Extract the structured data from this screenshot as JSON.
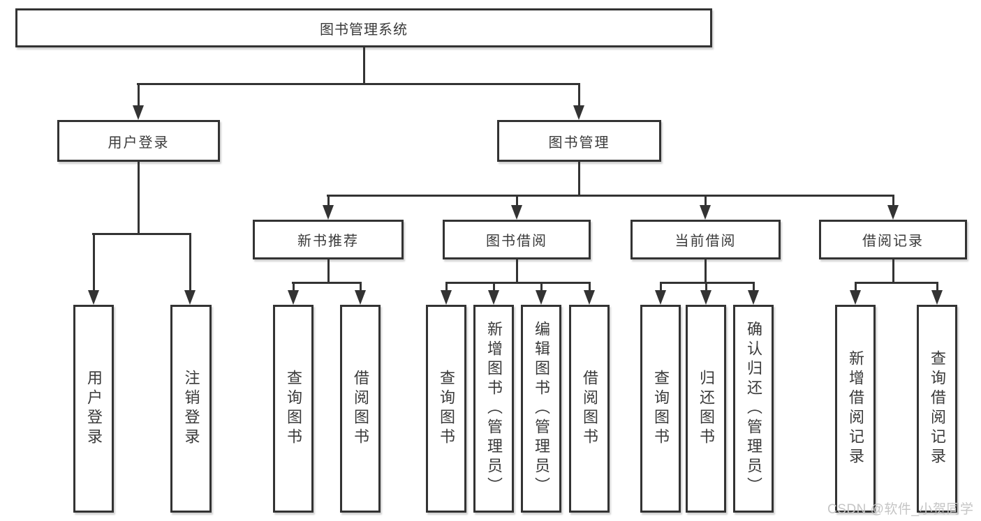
{
  "nodes": {
    "root": "图书管理系统",
    "user_login": "用户登录",
    "book_mgmt": "图书管理",
    "new_book_rec": "新书推荐",
    "book_borrow": "图书借阅",
    "current_borrow": "当前借阅",
    "borrow_records": "借阅记录",
    "leaves": {
      "user": [
        "用户登录",
        "注销登录"
      ],
      "newbook": [
        "查询图书",
        "借阅图书"
      ],
      "borrow": [
        "查询图书",
        "新增图书（管理员）",
        "编辑图书（管理员）",
        "借阅图书"
      ],
      "current": [
        "查询图书",
        "归还图书",
        "确认归还（管理员）"
      ],
      "records": [
        "新增借阅记录",
        "查询借阅记录"
      ]
    }
  },
  "watermark": "CSDN @软件_小贺同学",
  "colors": {
    "line": "#333333",
    "text": "#3a3a3a",
    "background": "#ffffff",
    "watermark": "#c5c5c5"
  }
}
